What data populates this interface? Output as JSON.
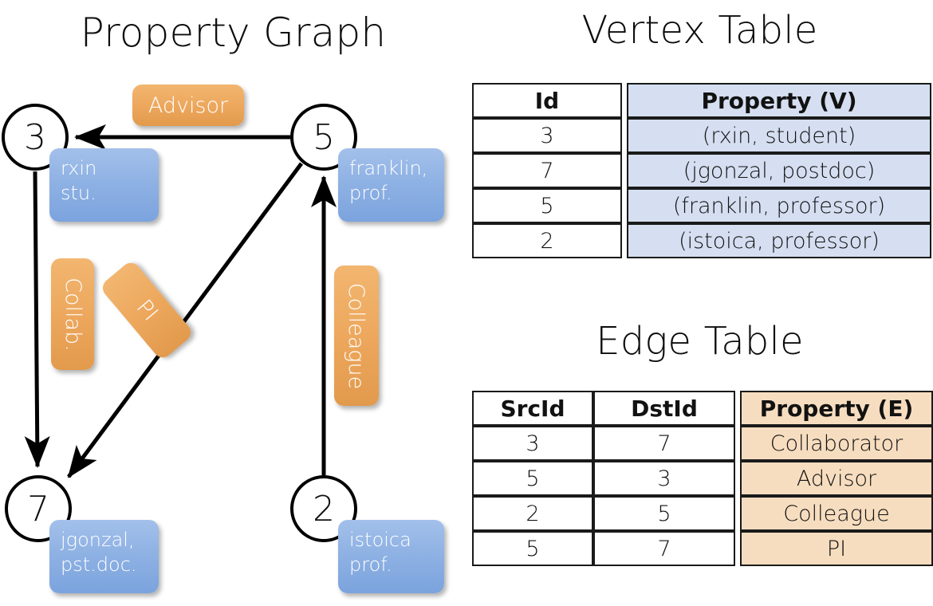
{
  "titles": {
    "graph": "Property Graph",
    "vertex_table": "Vertex Table",
    "edge_table": "Edge Table"
  },
  "graph": {
    "nodes": [
      {
        "id": "3",
        "property": "rxin\nstu."
      },
      {
        "id": "5",
        "property": "franklin,\nprof."
      },
      {
        "id": "7",
        "property": "jgonzal,\npst.doc."
      },
      {
        "id": "2",
        "property": "istoica\nprof."
      }
    ],
    "node_labels": {
      "n3": "3",
      "n5": "5",
      "n7": "7",
      "n2": "2"
    },
    "node_props": {
      "rxin_line1": "rxin",
      "rxin_line2": "stu.",
      "franklin_line1": "franklin,",
      "franklin_line2": "prof.",
      "jgonzal_line1": "jgonzal,",
      "jgonzal_line2": "pst.doc.",
      "istoica_line1": "istoica",
      "istoica_line2": "prof."
    },
    "edge_labels": {
      "advisor": "Advisor",
      "collab": "Collab.",
      "pi": "PI",
      "colleague": "Colleague"
    },
    "edges": [
      {
        "src": "5",
        "dst": "3",
        "label": "Advisor"
      },
      {
        "src": "3",
        "dst": "7",
        "label": "Collab."
      },
      {
        "src": "5",
        "dst": "7",
        "label": "PI"
      },
      {
        "src": "2",
        "dst": "5",
        "label": "Colleague"
      }
    ]
  },
  "vertex_table": {
    "headers": {
      "id": "Id",
      "property": "Property (V)"
    },
    "rows": [
      {
        "id": "3",
        "property": "(rxin, student)"
      },
      {
        "id": "7",
        "property": "(jgonzal, postdoc)"
      },
      {
        "id": "5",
        "property": "(franklin, professor)"
      },
      {
        "id": "2",
        "property": "(istoica, professor)"
      }
    ]
  },
  "edge_table": {
    "headers": {
      "src": "SrcId",
      "dst": "DstId",
      "property": "Property (E)"
    },
    "rows": [
      {
        "src": "3",
        "dst": "7",
        "property": "Collaborator"
      },
      {
        "src": "5",
        "dst": "3",
        "property": "Advisor"
      },
      {
        "src": "2",
        "dst": "5",
        "property": "Colleague"
      },
      {
        "src": "5",
        "dst": "7",
        "property": "PI"
      }
    ]
  },
  "colors": {
    "vertex_property_bg": "#d5dff1",
    "edge_property_bg": "#f7ddbf",
    "node_property_box": "#8fb2e4",
    "edge_label_box": "#eda85e"
  }
}
